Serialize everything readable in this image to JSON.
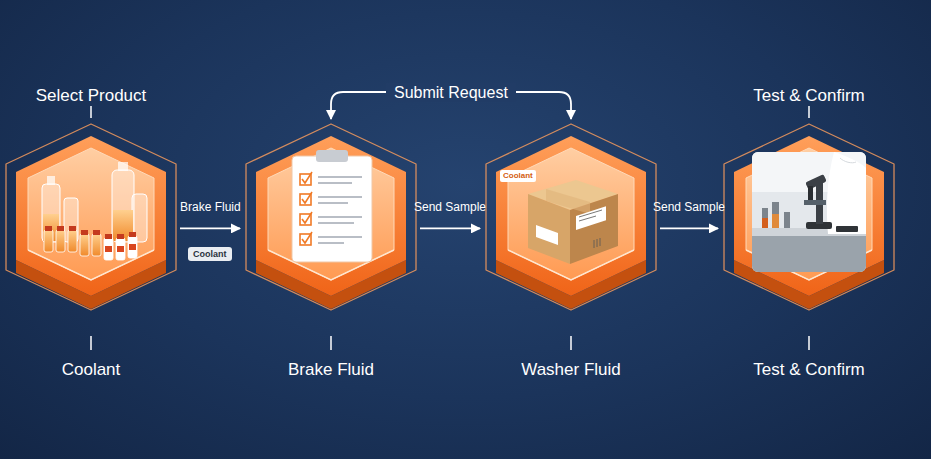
{
  "diagram": {
    "nodes": [
      {
        "text": [
          "Select Product",
          "Coolant"
        ]
      },
      {
        "text": [
          "Brake Fluid"
        ]
      },
      {
        "text": [
          "Washer Fluid"
        ]
      },
      {
        "text": [
          "Test & Confirm",
          "Test & Confirm"
        ]
      }
    ],
    "edges": [
      {
        "from": 0,
        "to": 1,
        "arrow": "to",
        "label": "Brake Fluid"
      },
      {
        "from": 1,
        "to": 2,
        "arrow": "both",
        "label": "Submit Request"
      },
      {
        "from": 1,
        "to": 2,
        "arrow": "to",
        "label": "Send Sample"
      },
      {
        "from": 2,
        "to": 3,
        "arrow": "to",
        "label": "Send Sample"
      }
    ],
    "labels": [
      "Coolant",
      "Coolant"
    ]
  }
}
